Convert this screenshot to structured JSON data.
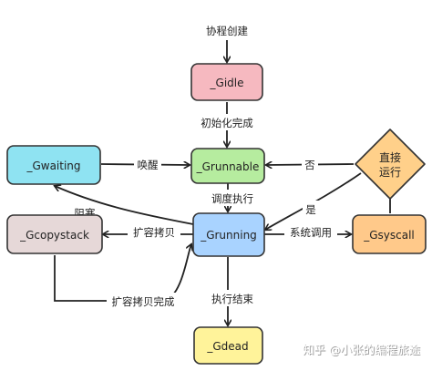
{
  "diagram": {
    "nodes": {
      "gidle": {
        "label": "_Gidle",
        "fill": "#f6b9c0",
        "stroke": "#333333"
      },
      "grunnable": {
        "label": "_Grunnable",
        "fill": "#b6ec9f",
        "stroke": "#333333"
      },
      "gwaiting": {
        "label": "_Gwaiting",
        "fill": "#8fe3f2",
        "stroke": "#333333"
      },
      "grunning": {
        "label": "_Grunning",
        "fill": "#a9d3ff",
        "stroke": "#333333"
      },
      "gcopystack": {
        "label": "_Gcopystack",
        "fill": "#e6d8d8",
        "stroke": "#333333"
      },
      "gsyscall": {
        "label": "_Gsyscall",
        "fill": "#ffc98a",
        "stroke": "#333333"
      },
      "gdead": {
        "label": "_Gdead",
        "fill": "#fff39a",
        "stroke": "#333333"
      },
      "decision": {
        "label_line1": "直接",
        "label_line2": "运行",
        "fill": "#ffd08a",
        "stroke": "#333333"
      }
    },
    "edge_labels": {
      "create": "协程创建",
      "init_done": "初始化完成",
      "wake": "唤醒",
      "no": "否",
      "yes": "是",
      "block": "阻塞",
      "schedule": "调度执行",
      "expand": "扩容拷贝",
      "expand_done": "扩容拷贝完成",
      "syscall": "系统调用",
      "finish": "执行结束"
    }
  },
  "watermark": {
    "text": "知乎 @小张的编程旅途"
  }
}
